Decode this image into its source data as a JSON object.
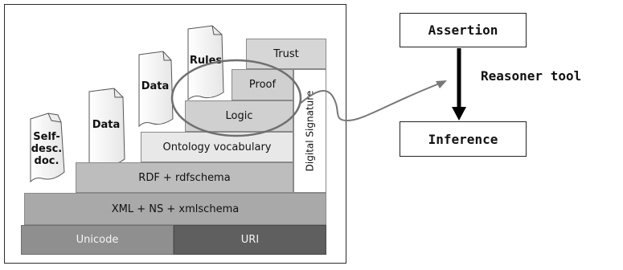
{
  "stack": {
    "unicode": "Unicode",
    "uri": "URI",
    "xml": "XML + NS + xmlschema",
    "rdf": "RDF + rdfschema",
    "ontology": "Ontology vocabulary",
    "logic": "Logic",
    "proof": "Proof",
    "trust": "Trust",
    "digital_signature": "Digital Signature"
  },
  "docs": {
    "self_desc": [
      "Self-",
      "desc.",
      "doc."
    ],
    "data1": "Data",
    "data2": "Data",
    "rules": "Rules"
  },
  "reasoning": {
    "assertion": "Assertion",
    "reasoner": "Reasoner tool",
    "inference": "Inference"
  }
}
